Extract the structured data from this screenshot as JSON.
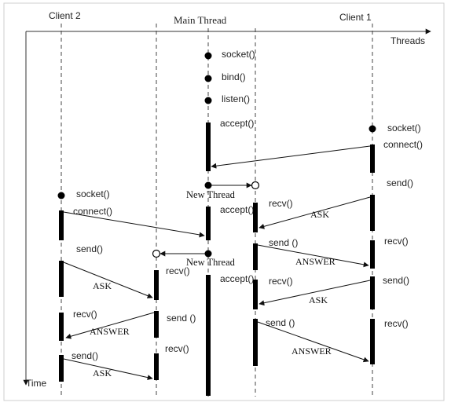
{
  "diagram": {
    "columns": {
      "client2": "Client 2",
      "main_thread": "Main Thread",
      "client1": "Client 1"
    },
    "axes": {
      "threads": "Threads",
      "time": "Time"
    },
    "thread_markers": {
      "new_thread_1": "New Thread",
      "new_thread_2": "New Thread"
    },
    "calls": {
      "main_socket": "socket()",
      "main_bind": "bind()",
      "main_listen": "listen()",
      "main_accept": "accept()",
      "c1_socket": "socket()",
      "c1_connect": "connect()",
      "c1_send_1": "send()",
      "c1_recv_1": "recv()",
      "c1_send_2": "send()",
      "c1_recv_2": "recv()",
      "t1_accept": "accept()",
      "t1_recv_1": "recv()",
      "t1_send_1": "send ()",
      "t1_accept_2": "accept()",
      "t1_recv_2": "recv()",
      "t1_send_2": "send ()",
      "c2_socket": "socket()",
      "c2_connect": "connect()",
      "c2_send_1": "send()",
      "c2_recv_1": "recv()",
      "c2_send_2": "send()",
      "t2_recv_1": "recv()",
      "t2_send_1": "send ()",
      "t2_recv_2": "recv()"
    },
    "messages": {
      "ask_c1_1": "ASK",
      "answer_t1_1": "ANSWER",
      "ask_c1_2": "ASK",
      "answer_t1_2": "ANSWER",
      "ask_c2_1": "ASK",
      "answer_t2_1": "ANSWER",
      "ask_c2_2": "ASK"
    }
  }
}
